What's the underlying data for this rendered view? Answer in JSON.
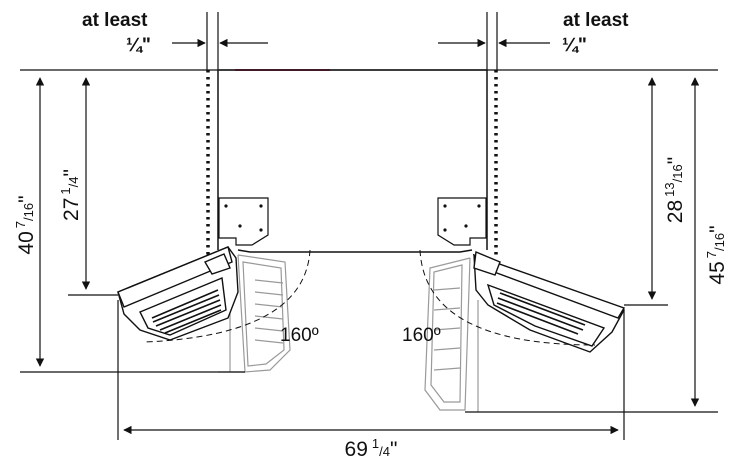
{
  "clearance": {
    "left": {
      "line1": "at least",
      "line2": "¼\""
    },
    "right": {
      "line1": "at least",
      "line2": "¼\""
    }
  },
  "dimensions": {
    "left_outer": {
      "whole": "40",
      "num": "7",
      "den": "16",
      "unit": "\""
    },
    "left_inner": {
      "whole": "27",
      "num": "1",
      "den": "4",
      "unit": "\""
    },
    "right_inner": {
      "whole": "28",
      "num": "13",
      "den": "16",
      "unit": "\""
    },
    "right_outer": {
      "whole": "45",
      "num": "7",
      "den": "16",
      "unit": "\""
    },
    "bottom": {
      "whole": "69",
      "num": "1",
      "den": "4",
      "unit": "\""
    }
  },
  "angles": {
    "left": "160º",
    "right": "160º"
  },
  "colors": {
    "line": "#111111",
    "gray": "#9a9a9a",
    "accent": "#cc3366"
  }
}
